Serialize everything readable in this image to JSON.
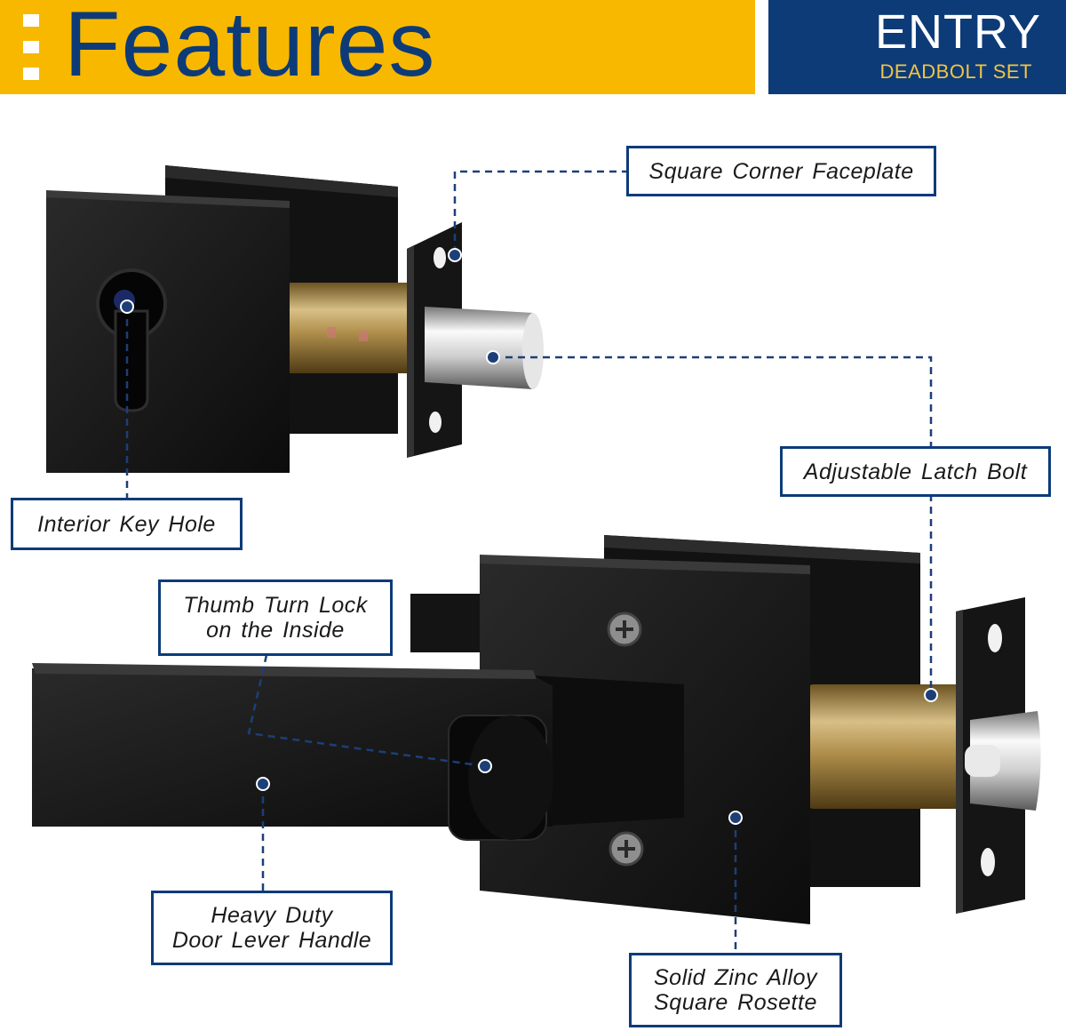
{
  "header": {
    "title": "Features",
    "badge_title": "ENTRY",
    "badge_subtitle": "DEADBOLT SET",
    "colors": {
      "yellow": "#f8b800",
      "navy": "#0d3b78",
      "gold": "#f3c440"
    }
  },
  "callouts": {
    "square_corner_faceplate": "Square Corner Faceplate",
    "adjustable_latch_bolt": "Adjustable Latch Bolt",
    "interior_key_hole": "Interior Key Hole",
    "thumb_turn_lock": "Thumb Turn Lock\non the Inside",
    "heavy_duty_lever": "Heavy Duty\nDoor Lever Handle",
    "solid_zinc_rosette": "Solid Zinc Alloy\nSquare Rosette"
  },
  "products": {
    "deadbolt": "deadbolt-lock-illustration",
    "lever": "door-lever-handle-illustration"
  }
}
